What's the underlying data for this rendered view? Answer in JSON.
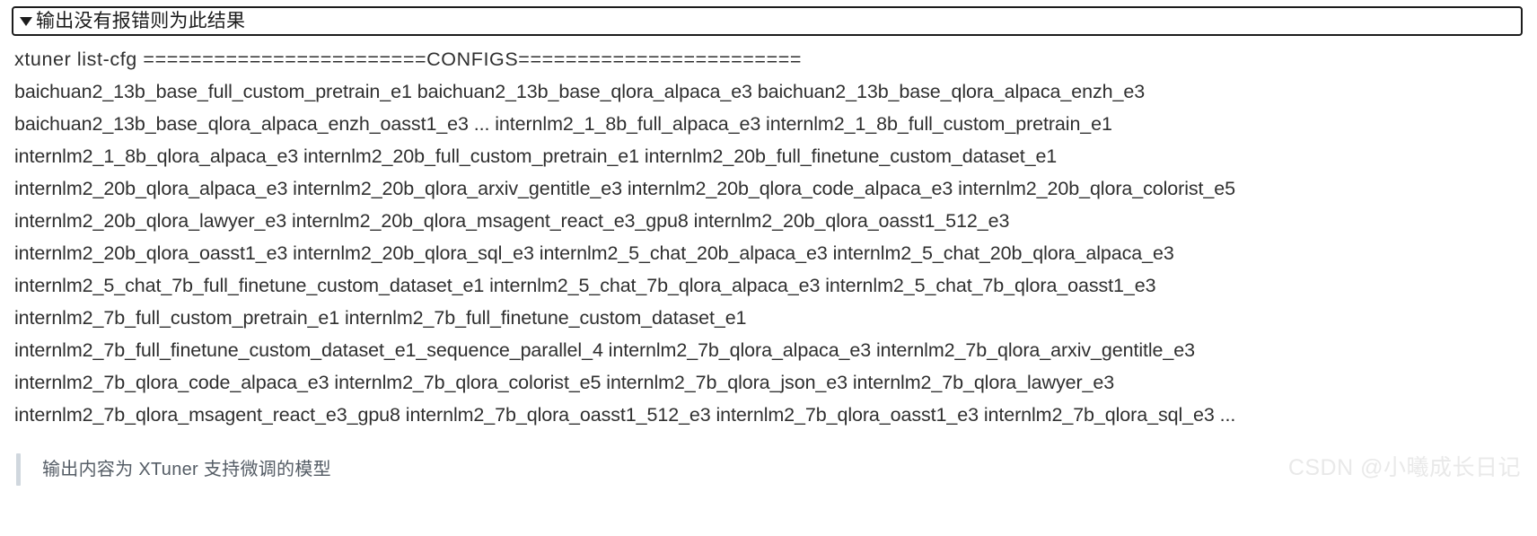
{
  "details": {
    "triangle_icon": "triangle-down-icon",
    "summary_label": "输出没有报错则为此结果",
    "expanded": true
  },
  "output": {
    "command": "xtuner list-cfg",
    "banner_label": "CONFIGS",
    "banner_fill_char": "=",
    "banner_fill_count_left": 24,
    "banner_fill_count_right": 24,
    "lines": [
      "xtuner list-cfg ========================CONFIGS========================",
      "baichuan2_13b_base_full_custom_pretrain_e1 baichuan2_13b_base_qlora_alpaca_e3 baichuan2_13b_base_qlora_alpaca_enzh_e3",
      "baichuan2_13b_base_qlora_alpaca_enzh_oasst1_e3 ... internlm2_1_8b_full_alpaca_e3 internlm2_1_8b_full_custom_pretrain_e1",
      "internlm2_1_8b_qlora_alpaca_e3 internlm2_20b_full_custom_pretrain_e1 internlm2_20b_full_finetune_custom_dataset_e1",
      "internlm2_20b_qlora_alpaca_e3 internlm2_20b_qlora_arxiv_gentitle_e3 internlm2_20b_qlora_code_alpaca_e3 internlm2_20b_qlora_colorist_e5",
      "internlm2_20b_qlora_lawyer_e3 internlm2_20b_qlora_msagent_react_e3_gpu8 internlm2_20b_qlora_oasst1_512_e3",
      "internlm2_20b_qlora_oasst1_e3 internlm2_20b_qlora_sql_e3 internlm2_5_chat_20b_alpaca_e3 internlm2_5_chat_20b_qlora_alpaca_e3",
      "internlm2_5_chat_7b_full_finetune_custom_dataset_e1 internlm2_5_chat_7b_qlora_alpaca_e3 internlm2_5_chat_7b_qlora_oasst1_e3",
      "internlm2_7b_full_custom_pretrain_e1 internlm2_7b_full_finetune_custom_dataset_e1",
      "internlm2_7b_full_finetune_custom_dataset_e1_sequence_parallel_4 internlm2_7b_qlora_alpaca_e3 internlm2_7b_qlora_arxiv_gentitle_e3",
      "internlm2_7b_qlora_code_alpaca_e3 internlm2_7b_qlora_colorist_e5 internlm2_7b_qlora_json_e3 internlm2_7b_qlora_lawyer_e3",
      "internlm2_7b_qlora_msagent_react_e3_gpu8 internlm2_7b_qlora_oasst1_512_e3 internlm2_7b_qlora_oasst1_e3 internlm2_7b_qlora_sql_e3 ..."
    ]
  },
  "note": {
    "text": "输出内容为 XTuner 支持微调的模型"
  },
  "watermark": {
    "text": "CSDN @小曦成长日记"
  },
  "colors": {
    "page_background": "#ffffff",
    "border": "#1c1c1c",
    "body_text": "#2f2f2f",
    "note_text": "#555d66",
    "note_bar": "#d0d7de",
    "watermark_text": "#e9e9e9"
  }
}
